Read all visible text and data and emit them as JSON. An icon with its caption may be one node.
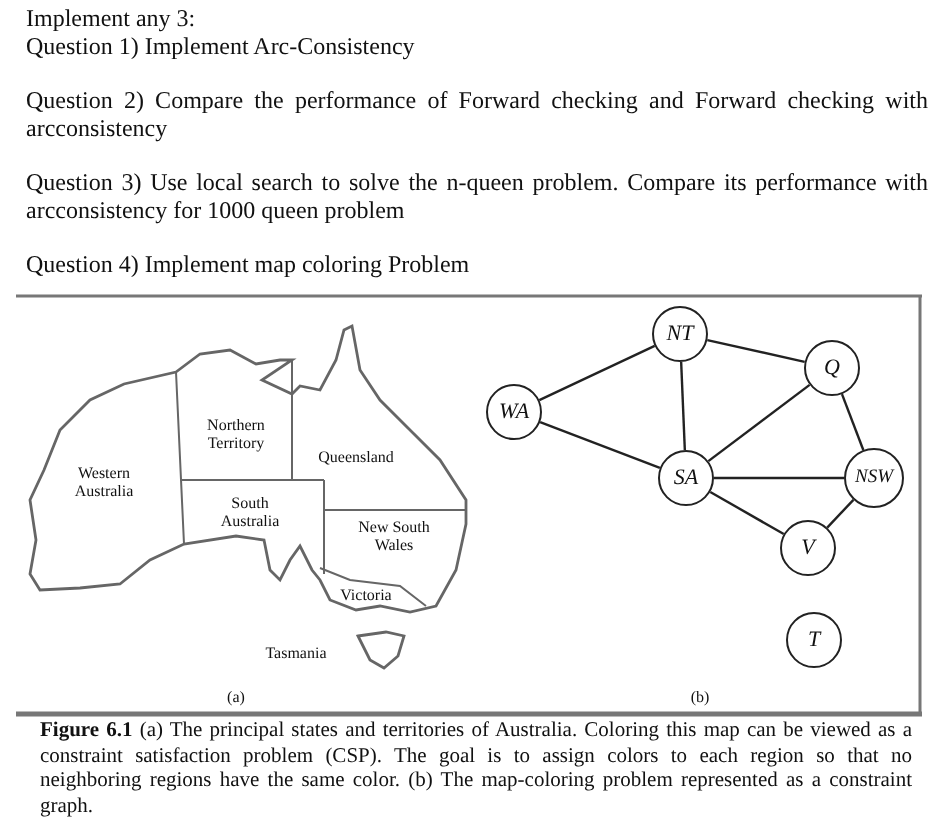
{
  "diagram": {
    "caption": "**Figure 6.1** (a) The principal states and territories of Australia. Coloring this map can be viewed as a constraint satisfaction problem (CSP). The goal is to assign colors to each region so that no neighboring regions have the same color. (b) The map-coloring problem represented as a constraint graph.",
    "nodes": [
      {
        "text": [
          "NT"
        ]
      },
      {
        "text": [
          "Q"
        ]
      },
      {
        "text": [
          "WA"
        ]
      },
      {
        "text": [
          "SA"
        ]
      },
      {
        "text": [
          "NSW"
        ]
      },
      {
        "text": [
          "V"
        ]
      },
      {
        "text": [
          "T"
        ]
      }
    ],
    "edges": [
      {
        "from": 2,
        "to": 0,
        "arrow": "none"
      },
      {
        "from": 2,
        "to": 3,
        "arrow": "none"
      },
      {
        "from": 0,
        "to": 3,
        "arrow": "none"
      },
      {
        "from": 0,
        "to": 1,
        "arrow": "none"
      },
      {
        "from": 3,
        "to": 1,
        "arrow": "none"
      },
      {
        "from": 3,
        "to": 4,
        "arrow": "none"
      },
      {
        "from": 3,
        "to": 5,
        "arrow": "none"
      },
      {
        "from": 1,
        "to": 4,
        "arrow": "none"
      },
      {
        "from": 4,
        "to": 5,
        "arrow": "none"
      }
    ],
    "labels": [
      "Implement any 3:",
      "Question 1) Implement Arc-Consistency",
      "Question 2) Compare the performance of Forward checking and Forward checking with arcconsistency",
      "Question 3) Use local search to solve the n-queen problem. Compare its performance with arcconsistency for 1000 queen problem",
      "Question 4) Implement map coloring Problem",
      "Northern Territory",
      "Queensland",
      "Western Australia",
      "South Australia",
      "New South Wales",
      "Victoria",
      "Tasmania",
      "(a)",
      "(b)"
    ]
  }
}
